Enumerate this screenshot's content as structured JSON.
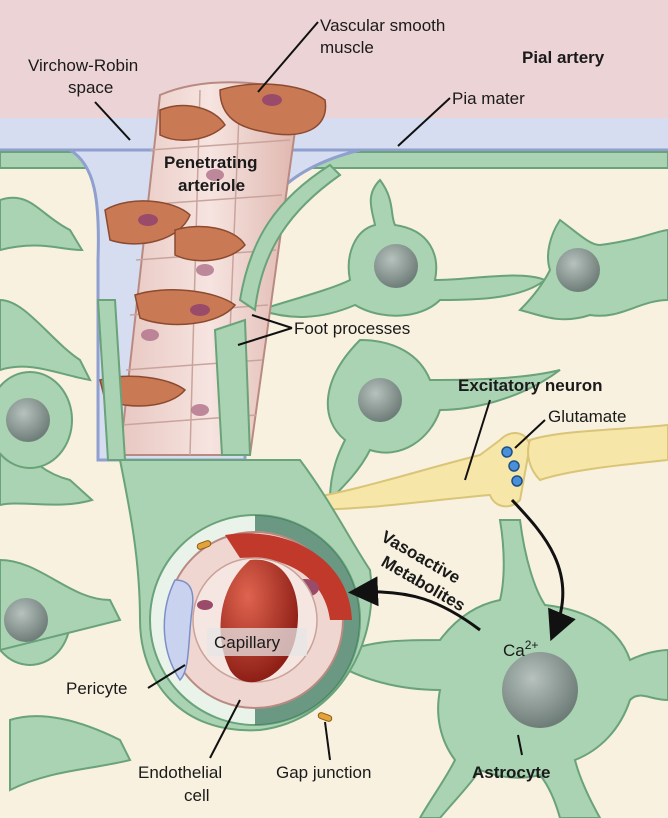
{
  "labels": {
    "vascular_smooth_muscle_1": "Vascular smooth",
    "vascular_smooth_muscle_2": "muscle",
    "pial_artery": "Pial artery",
    "virchow_robin_1": "Virchow-Robin",
    "virchow_robin_2": "space",
    "pia_mater": "Pia mater",
    "penetrating_arteriole_1": "Penetrating",
    "penetrating_arteriole_2": "arteriole",
    "foot_processes": "Foot processes",
    "excitatory_neuron": "Excitatory neuron",
    "glutamate": "Glutamate",
    "vasoactive_1": "Vasoactive",
    "vasoactive_2": "Metabolites",
    "capillary": "Capillary",
    "calcium": "Ca",
    "calcium_sup": "2+",
    "pericyte": "Pericyte",
    "endothelial_1": "Endothelial",
    "endothelial_2": "cell",
    "gap_junction": "Gap junction",
    "astrocyte": "Astrocyte"
  },
  "colors": {
    "pial_artery_bg": "#ecd3d6",
    "virchow_robin": "#d6ddf0",
    "tissue_bg": "#f8f1e0",
    "glia": "#a9d3b2",
    "glia_edge": "#6aa27a",
    "nucleus": "#8e9b97",
    "smooth_muscle": "#c97a55",
    "endothelium": "#f0d6d0",
    "red_cell": "#c0392b",
    "neuron_axon": "#f6e7a8",
    "glutamate": "#4a90d9"
  }
}
